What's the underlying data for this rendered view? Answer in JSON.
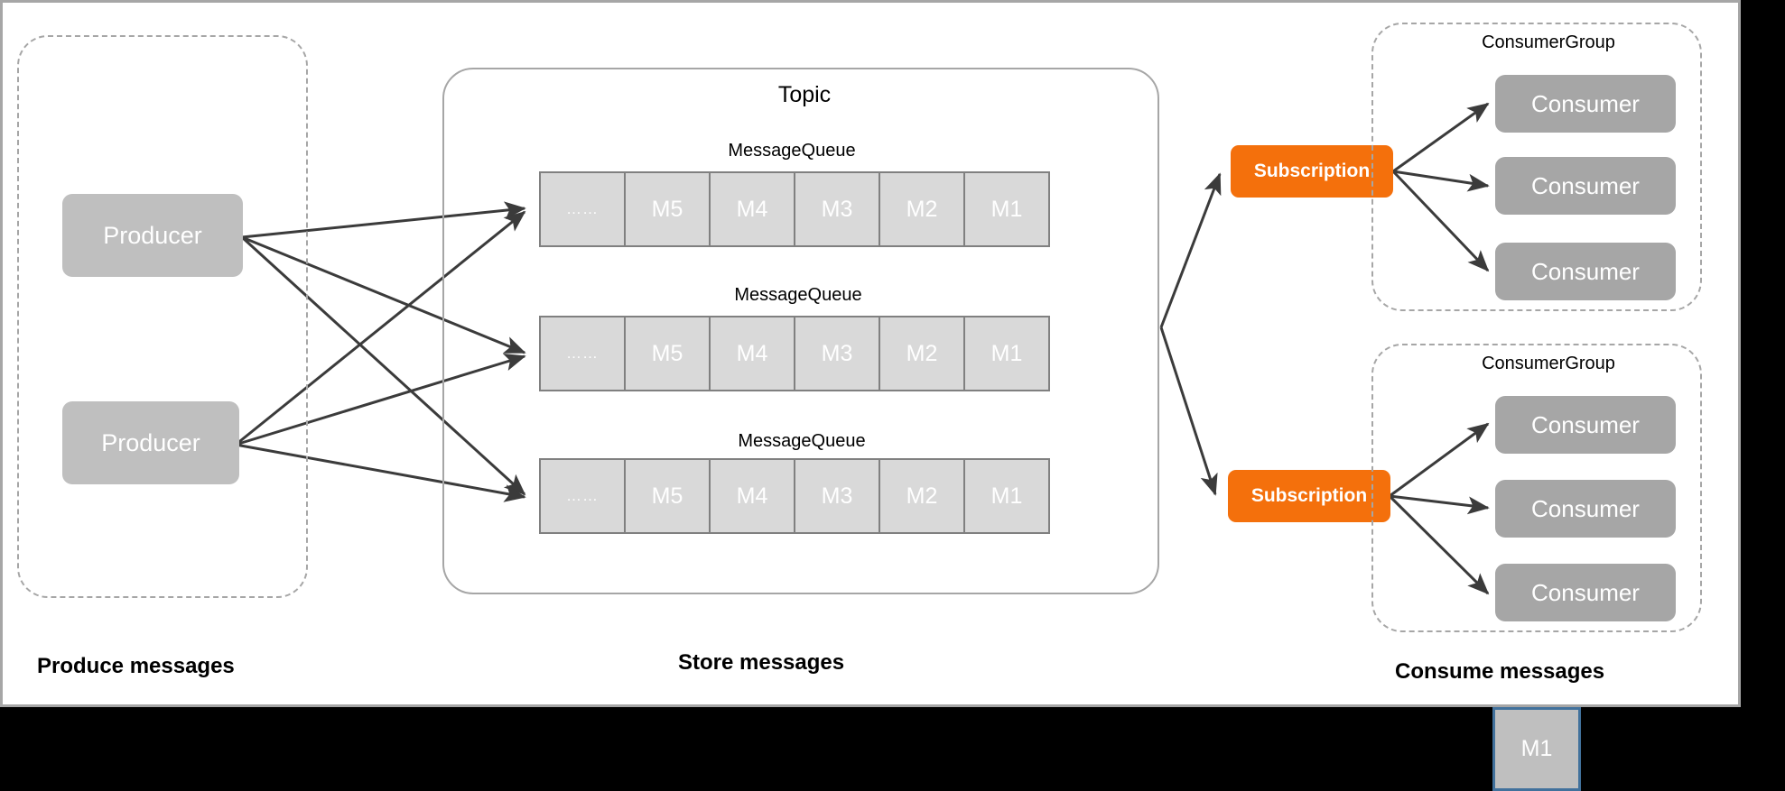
{
  "canvas": {
    "background": "#ffffff",
    "outside_background": "#000000",
    "border_color": "#a6a6a6"
  },
  "colors": {
    "producer": "#bfbfbf",
    "consumer": "#a6a6a6",
    "subscription": "#f4700c",
    "queue_cell": "#d9d9d9",
    "queue_border": "#808080",
    "arrow": "#3b3b3b",
    "dashed_border": "#a6a6a6",
    "selection_border": "#41719c"
  },
  "produce_section": {
    "footer_label": "Produce messages",
    "producers": [
      {
        "label": "Producer"
      },
      {
        "label": "Producer"
      }
    ]
  },
  "store_section": {
    "footer_label": "Store messages",
    "topic_title": "Topic",
    "queues": [
      {
        "label": "MessageQueue",
        "cells": [
          "……",
          "M5",
          "M4",
          "M3",
          "M2",
          "M1"
        ]
      },
      {
        "label": "MessageQueue",
        "cells": [
          "……",
          "M5",
          "M4",
          "M3",
          "M2",
          "M1"
        ]
      },
      {
        "label": "MessageQueue",
        "cells": [
          "……",
          "M5",
          "M4",
          "M3",
          "M2",
          "M1"
        ]
      }
    ]
  },
  "consume_section": {
    "footer_label": "Consume messages",
    "subscriptions": [
      {
        "label": "Subscription"
      },
      {
        "label": "Subscription"
      }
    ],
    "consumer_groups": [
      {
        "label": "ConsumerGroup",
        "consumers": [
          {
            "label": "Consumer"
          },
          {
            "label": "Consumer"
          },
          {
            "label": "Consumer"
          }
        ]
      },
      {
        "label": "ConsumerGroup",
        "consumers": [
          {
            "label": "Consumer"
          },
          {
            "label": "Consumer"
          },
          {
            "label": "Consumer"
          }
        ]
      }
    ]
  },
  "dragged_tile": {
    "label": "M1"
  }
}
